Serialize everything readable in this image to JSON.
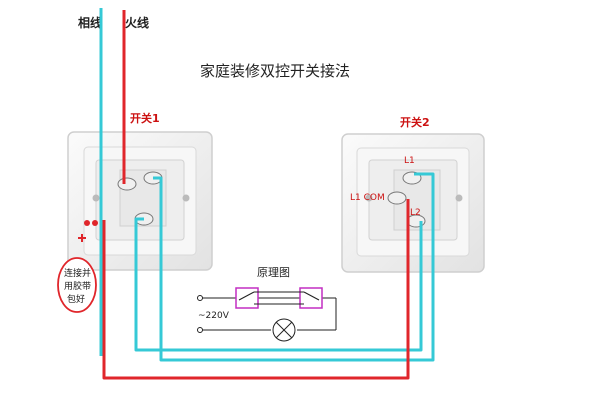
{
  "title": "家庭装修双控开关接法",
  "wire_labels": {
    "phase": "相线",
    "live": "火线"
  },
  "switch1": {
    "label": "开关1"
  },
  "switch2": {
    "label": "开关2",
    "terminal_l1": "L1",
    "terminal_com": "L1 COM",
    "terminal_l2": "L2"
  },
  "note": {
    "lines": [
      "连接并",
      "用胶带",
      "包好"
    ]
  },
  "schematic": {
    "label": "原理图",
    "voltage": "~220V"
  },
  "colors": {
    "red_wire": "#e0262b",
    "cyan_wire": "#35c9d6",
    "panel": "#f2f2f2",
    "magenta": "#c22ec2",
    "label_red": "#cc1111"
  }
}
